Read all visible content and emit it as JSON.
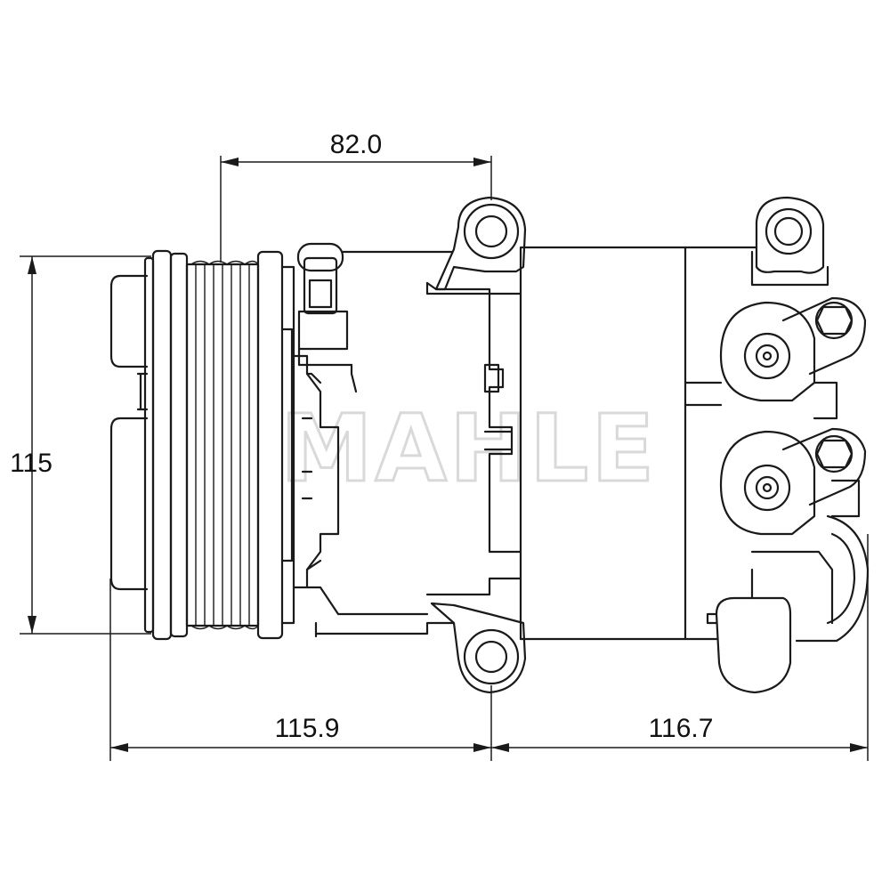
{
  "watermark": "MAHLE",
  "dimensions": {
    "top_width": "82.0",
    "height": "115",
    "left_length": "115.9",
    "right_length": "116.7"
  }
}
